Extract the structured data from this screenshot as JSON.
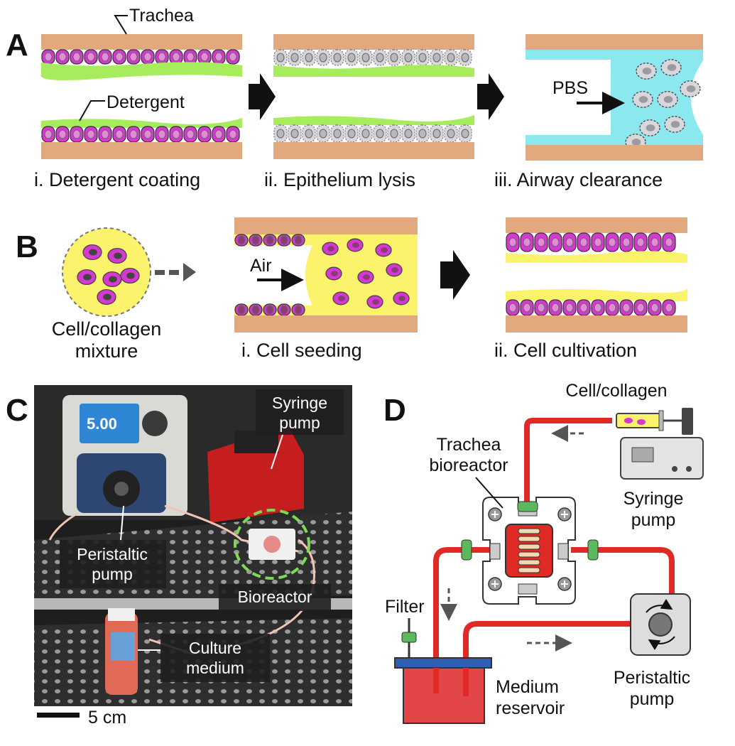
{
  "panels": {
    "a": "A",
    "b": "B",
    "c": "C",
    "d": "D"
  },
  "panel_a": {
    "labels": {
      "trachea": "Trachea",
      "detergent": "Detergent",
      "pbs": "PBS"
    },
    "captions": [
      "i. Detergent coating",
      "ii. Epithelium lysis",
      "iii. Airway clearance"
    ]
  },
  "panel_b": {
    "mixture_label_line1": "Cell/collagen",
    "mixture_label_line2": "mixture",
    "air": "Air",
    "captions": [
      "i. Cell seeding",
      "ii. Cell cultivation"
    ]
  },
  "panel_c": {
    "pump_display": "5.00",
    "syringe_pump_line1": "Syringe",
    "syringe_pump_line2": "pump",
    "peristaltic_pump_line1": "Peristaltic",
    "peristaltic_pump_line2": "pump",
    "bioreactor": "Bioreactor",
    "culture_medium_line1": "Culture",
    "culture_medium_line2": "medium",
    "scale_bar": "5 cm"
  },
  "panel_d": {
    "cell_collagen": "Cell/collagen",
    "trachea_bioreactor_line1": "Trachea",
    "trachea_bioreactor_line2": "bioreactor",
    "syringe_pump_line1": "Syringe",
    "syringe_pump_line2": "pump",
    "filter": "Filter",
    "peristaltic_pump_line1": "Peristaltic",
    "peristaltic_pump_line2": "pump",
    "medium_reservoir_line1": "Medium",
    "medium_reservoir_line2": "reservoir"
  },
  "colors": {
    "tissue": "#e2a97f",
    "cell_magenta": "#d639d2",
    "detergent_green": "#a6ec5c",
    "lysed_cell": "#d8d8dc",
    "pbs_cyan": "#8ae8ee",
    "collagen_yellow": "#fbf36c",
    "tube_red": "#e02a26",
    "clamp_green": "#5cb85c"
  }
}
